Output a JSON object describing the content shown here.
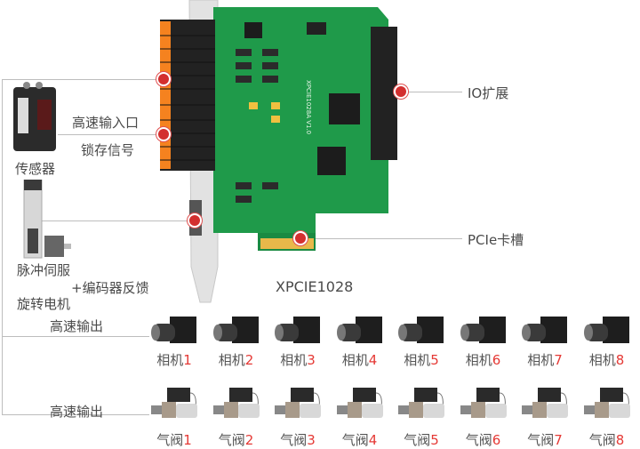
{
  "labels": {
    "high_speed_input": "高速输入口",
    "latch_signal": "锁存信号",
    "sensor": "传感器",
    "pulse_servo": "脉冲伺服",
    "encoder_feedback": "+编码器反馈",
    "rotary_motor": "旋转电机",
    "io_expansion": "IO扩展",
    "pcie_slot": "PCIe卡槽",
    "card_model": "XPCIE1028",
    "high_speed_output_1": "高速输出",
    "high_speed_output_2": "高速输出",
    "pcb_silk": "XPCIE1028A V1.0"
  },
  "cameras": [
    {
      "name": "相机",
      "num": "1"
    },
    {
      "name": "相机",
      "num": "2"
    },
    {
      "name": "相机",
      "num": "3"
    },
    {
      "name": "相机",
      "num": "4"
    },
    {
      "name": "相机",
      "num": "5"
    },
    {
      "name": "相机",
      "num": "6"
    },
    {
      "name": "相机",
      "num": "7"
    },
    {
      "name": "相机",
      "num": "8"
    }
  ],
  "valves": [
    {
      "name": "气阀",
      "num": "1"
    },
    {
      "name": "气阀",
      "num": "2"
    },
    {
      "name": "气阀",
      "num": "3"
    },
    {
      "name": "气阀",
      "num": "4"
    },
    {
      "name": "气阀",
      "num": "5"
    },
    {
      "name": "气阀",
      "num": "6"
    },
    {
      "name": "气阀",
      "num": "7"
    },
    {
      "name": "气阀",
      "num": "8"
    }
  ],
  "colors": {
    "accent": "#e53935",
    "pcb": "#1f9a4a",
    "line": "#bdbdbd"
  }
}
